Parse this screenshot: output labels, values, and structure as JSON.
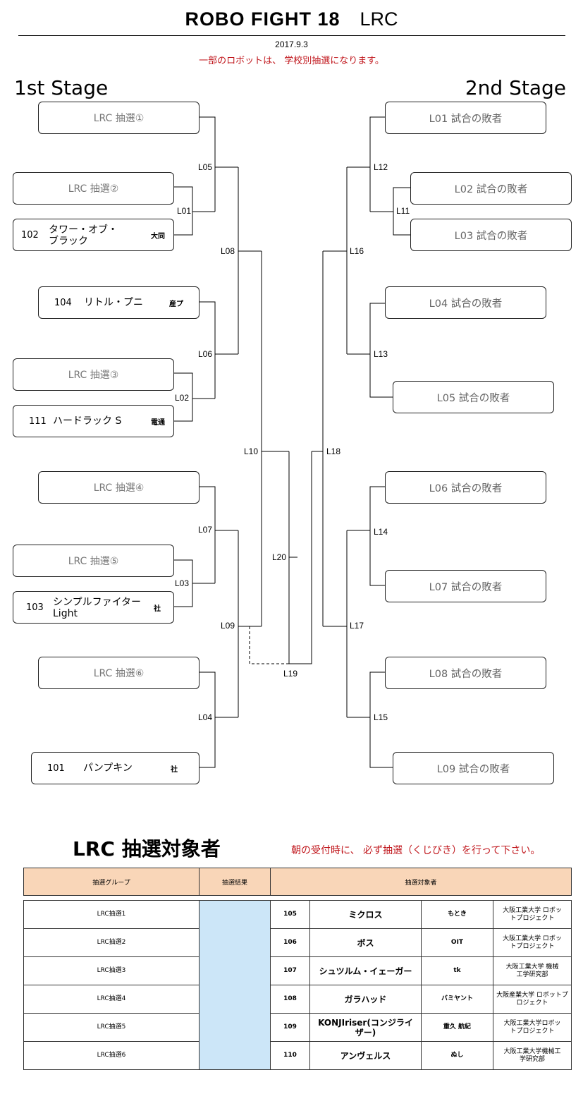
{
  "header": {
    "title_main": "ROBO FIGHT 18",
    "title_sub": "LRC",
    "date": "2017.9.3",
    "notice": "一部のロボットは、 学校別抽選になります。"
  },
  "stages": {
    "left": "1st Stage",
    "right": "2nd Stage"
  },
  "left_boxes": [
    {
      "text": "LRC 抽選①"
    },
    {
      "text": "LRC 抽選②"
    },
    {
      "num": "102",
      "name": "タワー・オブ・\nブラック",
      "school": "大同"
    },
    {
      "num": "104",
      "name": "リトル・プニ",
      "school": "産プ"
    },
    {
      "text": "LRC 抽選③"
    },
    {
      "num": "111",
      "name": "ハードラック S",
      "school": "電通"
    },
    {
      "text": "LRC 抽選④"
    },
    {
      "text": "LRC 抽選⑤"
    },
    {
      "num": "103",
      "name": "シンプルファイター\nLight",
      "school": "社"
    },
    {
      "text": "LRC 抽選⑥"
    },
    {
      "num": "101",
      "name": "パンプキン",
      "school": "社"
    }
  ],
  "right_boxes": [
    "L01 試合の敗者",
    "L02 試合の敗者",
    "L03 試合の敗者",
    "L04 試合の敗者",
    "L05 試合の敗者",
    "L06 試合の敗者",
    "L07 試合の敗者",
    "L08 試合の敗者",
    "L09 試合の敗者"
  ],
  "match_labels": {
    "L01": "L01",
    "L02": "L02",
    "L03": "L03",
    "L04": "L04",
    "L05": "L05",
    "L06": "L06",
    "L07": "L07",
    "L08": "L08",
    "L09": "L09",
    "L10": "L10",
    "L11": "L11",
    "L12": "L12",
    "L13": "L13",
    "L14": "L14",
    "L15": "L15",
    "L16": "L16",
    "L17": "L17",
    "L18": "L18",
    "L19": "L19",
    "L20": "L20"
  },
  "lottery": {
    "title": "LRC 抽選対象者",
    "note": "朝の受付時に、 必ず抽選（くじびき）を行って下さい。",
    "headers": {
      "group": "抽選グループ",
      "result": "抽選結果",
      "targets": "抽選対象者"
    },
    "rows": [
      {
        "group": "LRC抽選1",
        "num": "105",
        "robot": "ミクロス",
        "owner": "もとき",
        "school": "大阪工業大学 ロボッ\nトプロジェクト"
      },
      {
        "group": "LRC抽選2",
        "num": "106",
        "robot": "ボス",
        "owner": "OIT",
        "school": "大阪工業大学 ロボッ\nトプロジェクト"
      },
      {
        "group": "LRC抽選3",
        "num": "107",
        "robot": "シュツルム・イェーガー",
        "owner": "tk",
        "school": "大阪工業大学 機械\n工学研究部"
      },
      {
        "group": "LRC抽選4",
        "num": "108",
        "robot": "ガラハッド",
        "owner": "バミヤント",
        "school": "大阪産業大学 ロボットプ\nロジェクト"
      },
      {
        "group": "LRC抽選5",
        "num": "109",
        "robot": "KONJIriser(コンジライ\nザー)",
        "owner": "重久 航紀",
        "school": "大阪工業大学ロボッ\nトプロジェクト"
      },
      {
        "group": "LRC抽選6",
        "num": "110",
        "robot": "アンヴェルス",
        "owner": "ぬし",
        "school": "大阪工業大学機械工\n学研究部"
      }
    ]
  }
}
